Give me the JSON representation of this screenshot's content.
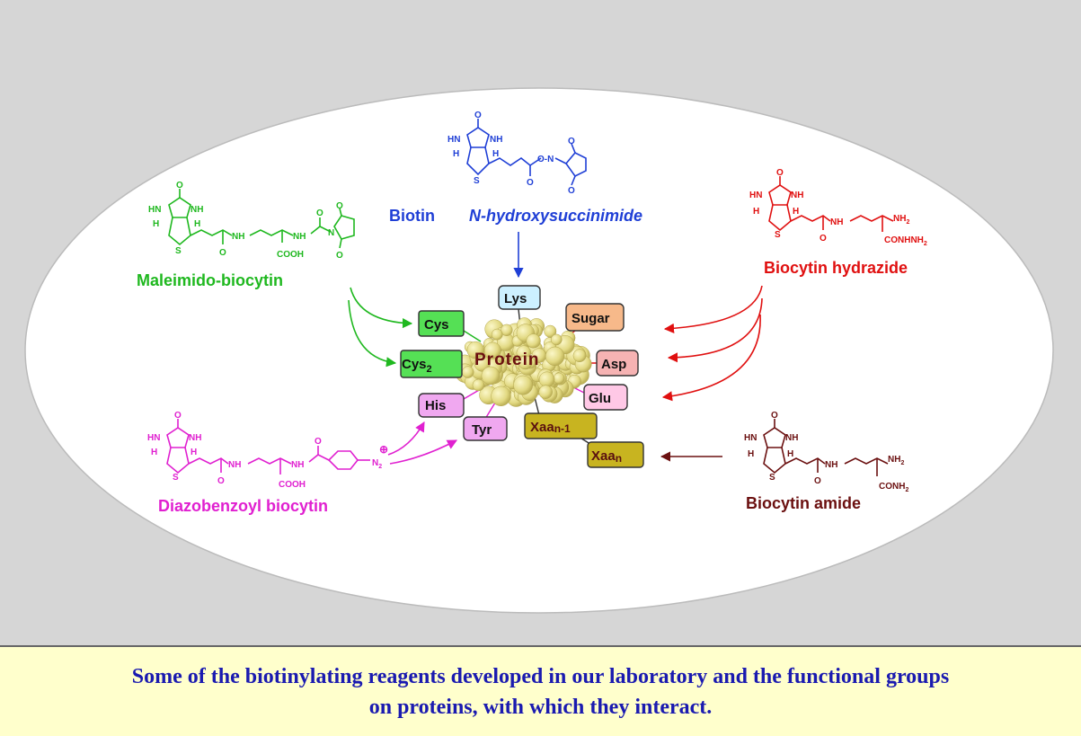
{
  "reagents": {
    "biotin": "Biotin",
    "nhs": "N-hydroxysuccinimide",
    "maleimido": "Maleimido-biocytin",
    "hydrazide": "Biocytin hydrazide",
    "diazo": "Diazobenzoyl biocytin",
    "amide": "Biocytin amide"
  },
  "protein_label": "Protein",
  "groups": {
    "lys": "Lys",
    "sugar": "Sugar",
    "asp": "Asp",
    "glu": "Glu",
    "cys": "Cys",
    "cys2": "Cys",
    "cys2_sub": "2",
    "his": "His",
    "tyr": "Tyr",
    "xaan1": "Xaa",
    "xaan1_sub": "n-1",
    "xaan": "Xaa",
    "xaan_sub": "n"
  },
  "chem": {
    "hn": "HN",
    "nh": "NH",
    "h": "H",
    "o": "O",
    "s": "S",
    "n": "N",
    "cooh": "COOH",
    "nh2": "NH",
    "nh2_sub": "2",
    "conhnh2": "CONHNH",
    "conh2": "CONH",
    "sub2": "2",
    "oxn": "O-N",
    "n2": "N",
    "plus": "⊕"
  },
  "colors": {
    "blue": "#1f3fd6",
    "green": "#1fb81f",
    "red": "#e01010",
    "magenta": "#e020d0",
    "brown": "#6b1010",
    "protein": "#e8e08a"
  },
  "caption": {
    "line1": "Some of the biotinylating reagents developed in our laboratory and the functional groups",
    "line2": "on proteins, with which they interact."
  }
}
